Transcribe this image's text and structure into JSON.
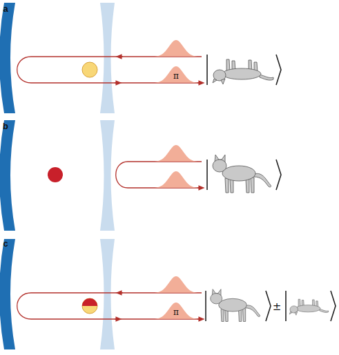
{
  "diagram": {
    "labels": [
      "a",
      "π",
      "b",
      "c",
      "π",
      "±"
    ]
  }
}
